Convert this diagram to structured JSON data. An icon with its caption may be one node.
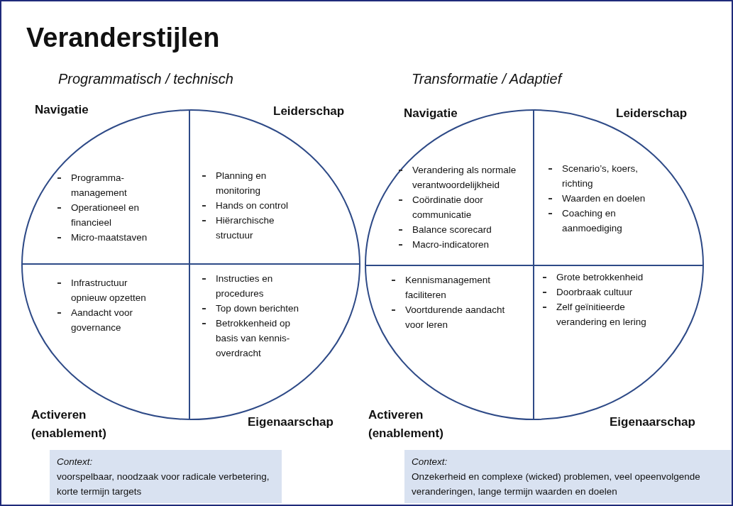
{
  "diagram": {
    "title": "Veranderstijlen",
    "nodes": [
      {
        "text": [
          "Programmatisch / technisch"
        ]
      },
      {
        "text": [
          "Navigatie",
          "Programma- management",
          "Operationeel en financieel",
          "Micro-maatstaven"
        ],
        "in": 0
      },
      {
        "text": [
          "Leiderschap",
          "Planning en monitoring",
          "Hands on control",
          "Hiërarchische structuur"
        ],
        "in": 0
      },
      {
        "text": [
          "Infrastructuur opnieuw opzetten",
          "Aandacht voor governance",
          "Activeren (enablement)"
        ],
        "in": 0
      },
      {
        "text": [
          "Instructies en procedures",
          "Top down berichten",
          "Betrokkenheid op basis van kennis- overdracht",
          "Eigenaarschap"
        ],
        "in": 0
      },
      {
        "text": [
          "Context:",
          "voorspelbaar, noodzaak voor radicale verbetering, korte termijn targets"
        ]
      },
      {
        "text": [
          "Transformatie / Adaptief"
        ]
      },
      {
        "text": [
          "Navigatie",
          "Verandering als normale verantwoordelijkheid",
          "Coördinatie door communicatie",
          "Balance scorecard",
          "Macro-indicatoren"
        ],
        "in": 6
      },
      {
        "text": [
          "Leiderschap",
          "Scenario’s, koers, richting",
          "Waarden en doelen",
          "Coaching en aanmoediging"
        ],
        "in": 6
      },
      {
        "text": [
          "Kennismanagement faciliteren",
          "Voortdurende aandacht voor leren",
          "Activeren (enablement)"
        ],
        "in": 6
      },
      {
        "text": [
          "Grote betrokkenheid",
          "Doorbraak cultuur",
          "Zelf geïnitieerde verandering en lering",
          "Eigenaarschap"
        ],
        "in": 6
      },
      {
        "text": [
          "Context:",
          "Onzekerheid en complexe (wicked) problemen, veel opeenvolgende veranderingen, lange termijn waarden en doelen"
        ]
      }
    ]
  }
}
